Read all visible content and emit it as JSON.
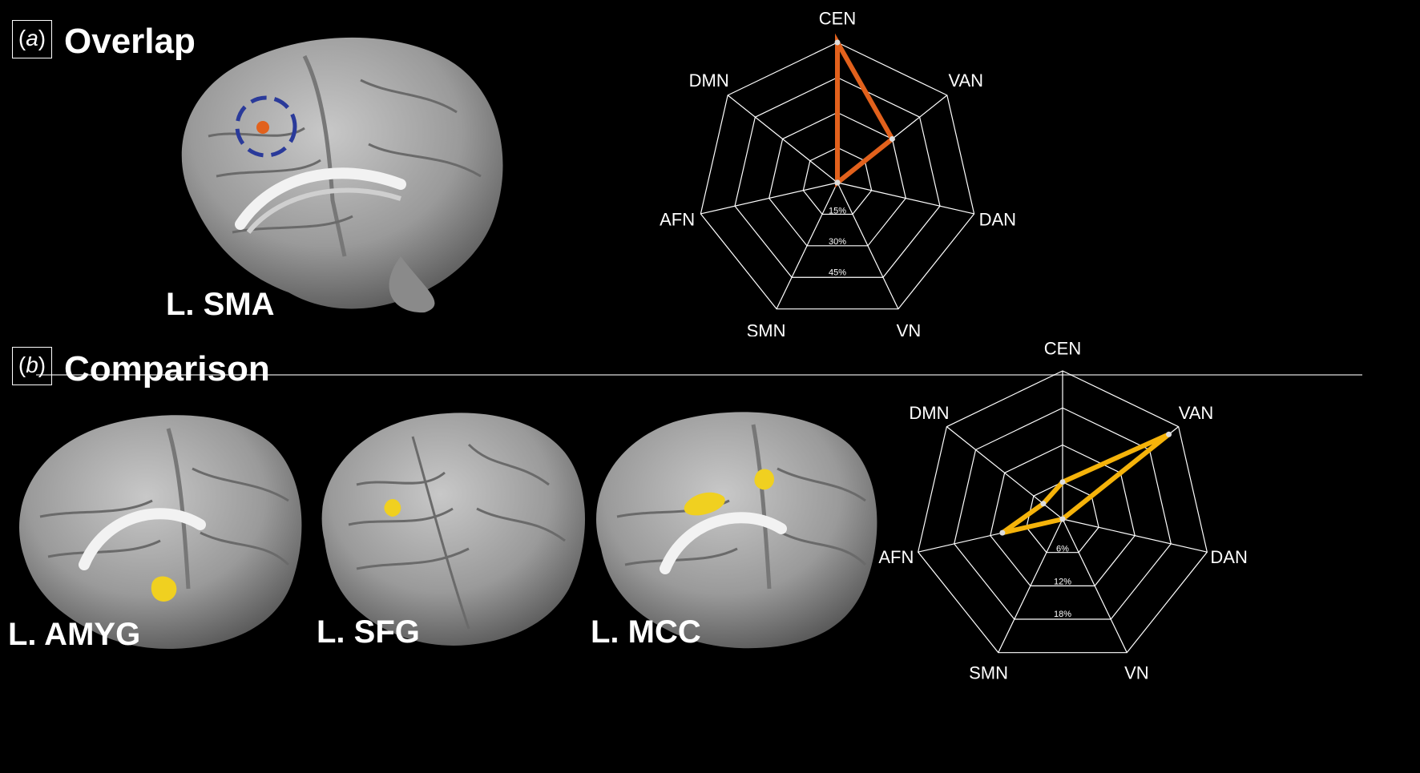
{
  "panels": [
    {
      "tag": "a",
      "title": "Overlap",
      "brain_labels": [
        "L. SMA"
      ],
      "chart_data": {
        "type": "radar",
        "axes": [
          "CEN",
          "VAN",
          "DAN",
          "VN",
          "SMN",
          "AFN",
          "DMN"
        ],
        "ring_labels": [
          "15%",
          "30%",
          "45%"
        ],
        "rmax": 60,
        "series": [
          {
            "values": [
              60,
              30,
              0,
              0,
              0,
              0,
              0
            ],
            "color": "#e2611c"
          }
        ]
      }
    },
    {
      "tag": "b",
      "title": "Comparison",
      "brain_labels": [
        "L. AMYG",
        "L. SFG",
        "L. MCC"
      ],
      "chart_data": {
        "type": "radar",
        "axes": [
          "CEN",
          "VAN",
          "DAN",
          "VN",
          "SMN",
          "AFN",
          "DMN"
        ],
        "ring_labels": [
          "6%",
          "12%",
          "18%"
        ],
        "rmax": 24,
        "series": [
          {
            "values": [
              6,
              22,
              0,
              0,
              0,
              10,
              4
            ],
            "color": "#f5b30a"
          }
        ]
      }
    }
  ],
  "colors": {
    "brain_gray": "#9a9a9a",
    "roi_circle": "#2a3a9a",
    "roi_dot": "#e2611c",
    "cluster_yellow": "#f0d020",
    "grid": "#ffffff"
  }
}
